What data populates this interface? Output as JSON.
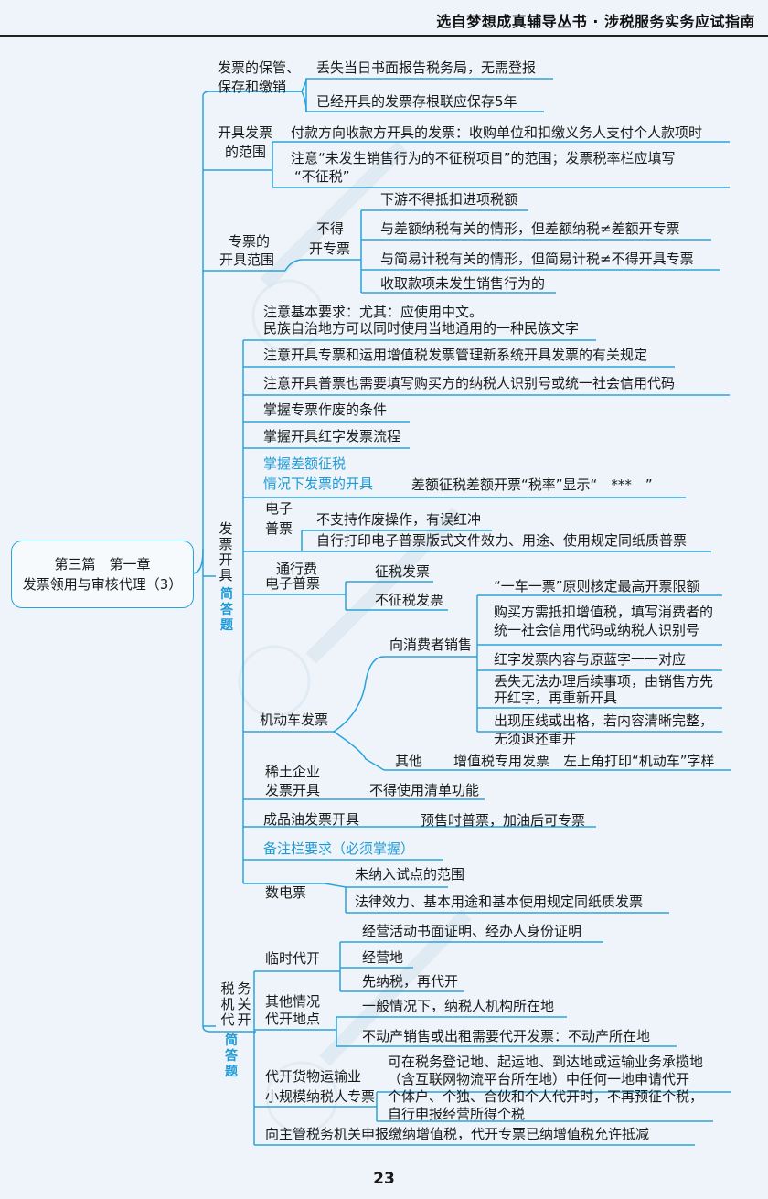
{
  "header": "选自梦想成真辅导丛书 · 涉税服务实务应试指南",
  "root": {
    "line1": "第三篇　第一章",
    "line2": "发票领用与审核代理（3）"
  },
  "b1": {
    "label": "发票的保管、保存和缴销",
    "items": [
      "丢失当日书面报告税务局，无需登报",
      "已经开具的发票存根联应保存5年"
    ]
  },
  "b2": {
    "label1": "开具发票",
    "label2": "的范围",
    "items": [
      "付款方向收款方开具的发票：收购单位和扣缴义务人支付个人款项时",
      "注意“未发生销售行为的不征税项目”的范围；发票税率栏应填写",
      "“不征税”"
    ]
  },
  "b3": {
    "label1": "专票的",
    "label2": "开具范围",
    "sub1": "不得",
    "sub2": "开专票",
    "items": [
      "下游不得抵扣进项税额",
      "与差额纳税有关的情形，但差额纳税≠差额开专票",
      "与简易计税有关的情形，但简易计税≠不得开具专票",
      "收取款项未发生销售行为的"
    ]
  },
  "kp": {
    "label": [
      "发",
      "票",
      "开",
      "具"
    ],
    "tag": [
      "简",
      "答",
      "题"
    ],
    "basic1": "注意基本要求：尤其：应使用中文。",
    "basic2": "民族自治地方可以同时使用当地通用的一种民族文字",
    "item1": "注意开具专票和运用增值税发票管理新系统开具发票的有关规定",
    "item2": "注意开具普票也需要填写购买方的纳税人识别号或统一社会信用代码",
    "item3": "掌握专票作废的条件",
    "item4": "掌握开具红字发票流程",
    "diff1": "掌握差额征税",
    "diff2": "情况下发票的开具",
    "diff_item": "差额征税差额开票“税率”显示“　***　”",
    "dz1": "电子",
    "dz2": "普票",
    "dz_items": [
      "不支持作废操作，有误红冲",
      "自行打印电子普票版式文件效力、用途、使用规定同纸质普票"
    ],
    "tx1": "通行费",
    "tx2": "电子普票",
    "tx_items": [
      "征税发票",
      "不征税发票"
    ],
    "jd": "机动车发票",
    "jd_consumer": "向消费者销售",
    "jd_items": [
      "“一车一票”原则核定最高开票限额",
      "购买方需抵扣增值税，填写消费者的",
      "统一社会信用代码或纳税人识别号",
      "红字发票内容与原蓝字一一对应",
      "丢失无法办理后续事项，由销售方先",
      "开红字，再重新开具",
      "出现压线或出格，若内容清晰完整，",
      "无须退还重开"
    ],
    "jd_other": "其他",
    "jd_other_item": "增值税专用发票　左上角打印“机动车”字样",
    "xt1": "稀土企业",
    "xt2": "发票开具",
    "xt_item": "不得使用清单功能",
    "cpy": "成品油发票开具",
    "cpy_item": "预售时普票，加油后可专票",
    "bz": "备注栏要求（必须掌握）",
    "sd": "数电票",
    "sd_items": [
      "未纳入试点的范围",
      "法律效力、基本用途和基本使用规定同纸质发票"
    ]
  },
  "sw": {
    "label": [
      "税",
      "务",
      "机",
      "关",
      "代",
      "开"
    ],
    "tag": [
      "简",
      "答",
      "题"
    ],
    "ls": "临时代开",
    "ls_items": [
      "经营活动书面证明、经办人身份证明",
      "经营地",
      "先纳税，再代开"
    ],
    "qt1": "其他情况",
    "qt2": "代开地点",
    "qt_items": [
      "一般情况下，纳税人机构所在地",
      "不动产销售或出租需要代开发票：不动产所在地"
    ],
    "hw1": "代开货物运输业",
    "hw2": "小规模纳税人专票",
    "hw_items": [
      "可在税务登记地、起运地、到达地或运输业务承揽地",
      "（含互联网物流平台所在地）中任何一地申请代开",
      "个体户、个独、合伙和个人代开时，不再预征个税，",
      "自行申报经营所得个税"
    ],
    "last": "向主管税务机关申报缴纳增值税，代开专票已纳增值税允许抵减"
  },
  "page_number": "23"
}
